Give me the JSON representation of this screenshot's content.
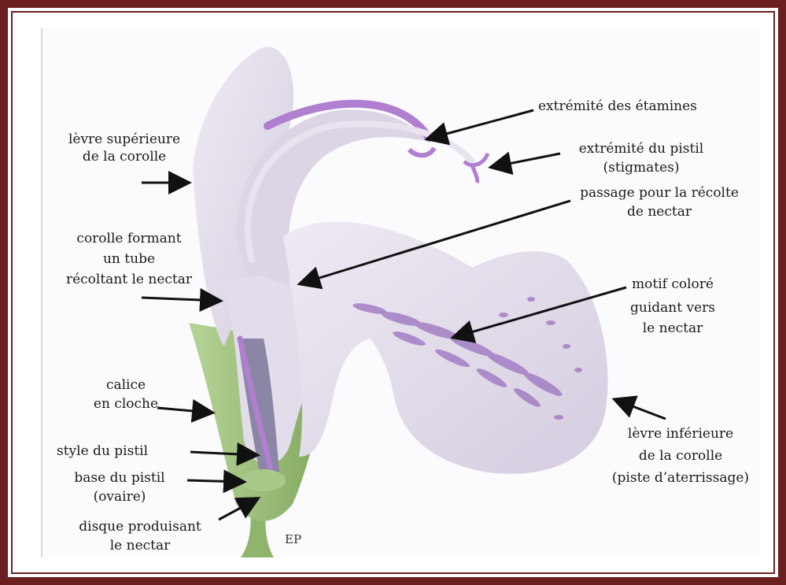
{
  "colors": {
    "frame": "#6b1f1f",
    "petal": "#e6e0ec",
    "petal_shade": "#cfc6da",
    "accent_purple": "#b07fd0",
    "pattern": "#a37ec4",
    "calyx": "#9cc07a",
    "arrow": "#111111"
  },
  "labels": {
    "levre_sup_1": "lèvre supérieure",
    "levre_sup_2": "de la corolle",
    "corolle_tube_1": "corolle formant",
    "corolle_tube_2": "un tube",
    "corolle_tube_3": "récoltant le nectar",
    "calice_1": "calice",
    "calice_2": "en cloche",
    "style": "style du pistil",
    "base_1": "base du pistil",
    "base_2": "(ovaire)",
    "disque_1": "disque produisant",
    "disque_2": "le nectar",
    "etamines": "extrémité des étamines",
    "pistil_1": "extrémité du pistil",
    "pistil_2": "(stigmates)",
    "passage_1": "passage pour la récolte",
    "passage_2": "de nectar",
    "motif_1": "motif coloré",
    "motif_2": "guidant vers",
    "motif_3": "le nectar",
    "levre_inf_1": "lèvre inférieure",
    "levre_inf_2": "de la corolle",
    "levre_inf_3": "(piste d’aterrissage)"
  },
  "signature": "EP"
}
